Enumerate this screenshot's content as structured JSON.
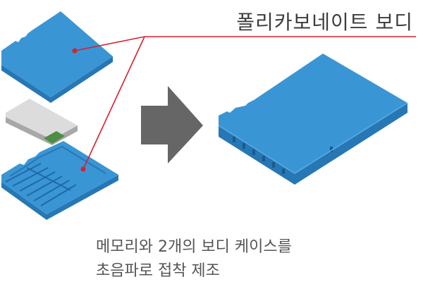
{
  "labels": {
    "body_label": "폴리카보네이트 보디",
    "caption_line1": "메모리와 2개의 보디 케이스를",
    "caption_line2": "초음파로 접착 제조"
  },
  "colors": {
    "card_blue": "#3a95d5",
    "card_blue_dark": "#2777b4",
    "card_blue_light": "#5aaee4",
    "pcb_grey": "#dcdcdc",
    "pcb_edge": "#a8a8a8",
    "pcb_green": "#4e8d46",
    "leader_red": "#d81f2f",
    "arrow_grey": "#666666",
    "text": "#3c3c3c"
  }
}
